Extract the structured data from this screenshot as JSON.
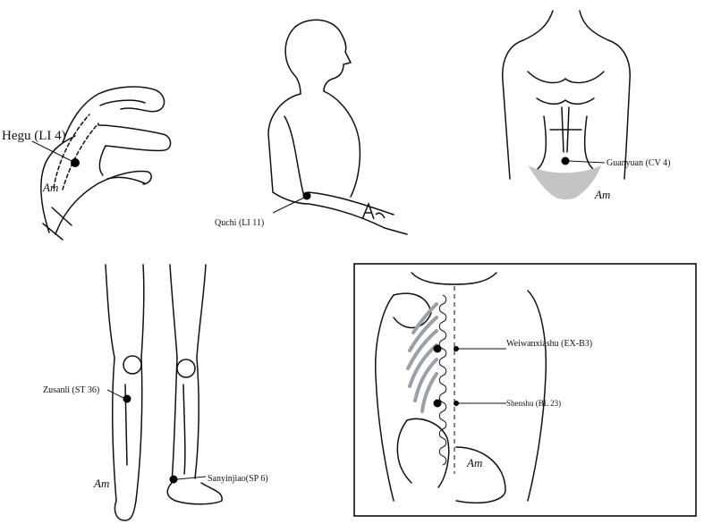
{
  "panels": {
    "hand": {
      "label": "Hegu (LI 4)",
      "signature": "Am"
    },
    "arm": {
      "label": "Quchi (LI 11)"
    },
    "torso": {
      "label": "Guanyuan (CV 4)",
      "signature": "Am",
      "shade_color": "#c4c4c4"
    },
    "legs": {
      "label_upper": "Zusanli (ST 36)",
      "label_lower": "Sanyinjiao(SP 6)",
      "signature": "Am"
    },
    "back": {
      "label_upper": "Weiwanxiashu (EX-B3)",
      "label_lower": "Shenshu (BL 23)",
      "signature": "Am",
      "rib_color": "#9aa0a8"
    }
  },
  "colors": {
    "ink": "#111111",
    "point": "#000000",
    "frame": "#000000"
  }
}
